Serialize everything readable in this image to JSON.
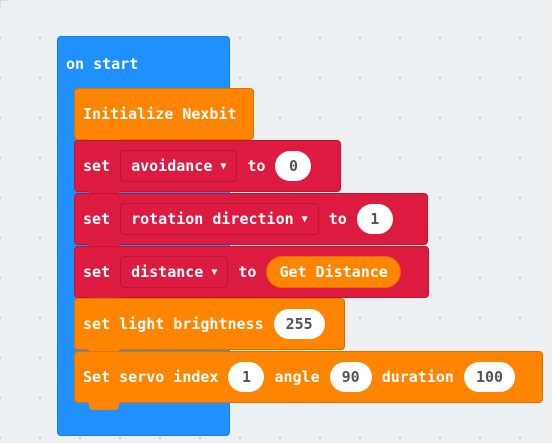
{
  "blocks": {
    "on_start": "on start",
    "init": "Initialize Nexbit",
    "set1": {
      "set": "set",
      "var": "avoidance",
      "to": "to",
      "value": "0"
    },
    "set2": {
      "set": "set",
      "var": "rotation direction",
      "to": "to",
      "value": "1"
    },
    "set3": {
      "set": "set",
      "var": "distance",
      "to": "to",
      "value": "Get Distance"
    },
    "light": {
      "label": "set light brightness",
      "value": "255"
    },
    "servo": {
      "label": "Set servo index",
      "index": "1",
      "angle_label": "angle",
      "angle": "90",
      "duration_label": "duration",
      "duration": "100"
    }
  },
  "colors": {
    "event": "#1e90ff",
    "nexbit": "#ff8400",
    "variables": "#dd1a40"
  }
}
